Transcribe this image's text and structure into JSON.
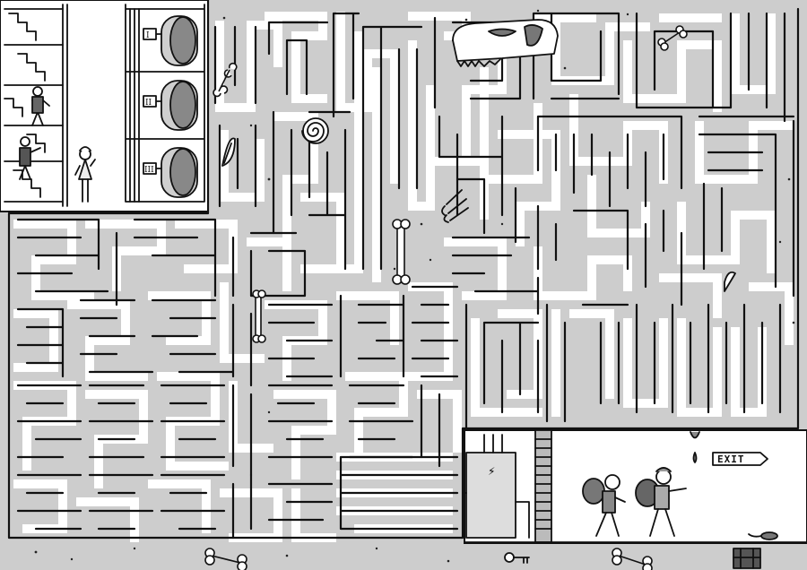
{
  "scene": {
    "type": "maze-puzzle",
    "theme": "museum-basement-escape",
    "background_color": "#cdcdcd",
    "path_color": "#ffffff",
    "line_color": "#111111"
  },
  "start_panel": {
    "tank_labels": [
      "I",
      "II",
      "III"
    ]
  },
  "exit_panel": {
    "exit_sign": "EXIT",
    "electrical_box_symbol": "⚡"
  },
  "decorations": {
    "icons": [
      "dinosaur-skull-icon",
      "ammonite-fossil-icon",
      "bone-icon",
      "claw-icon",
      "tooth-icon",
      "rat-icon",
      "leaf-fossil-icon"
    ]
  }
}
